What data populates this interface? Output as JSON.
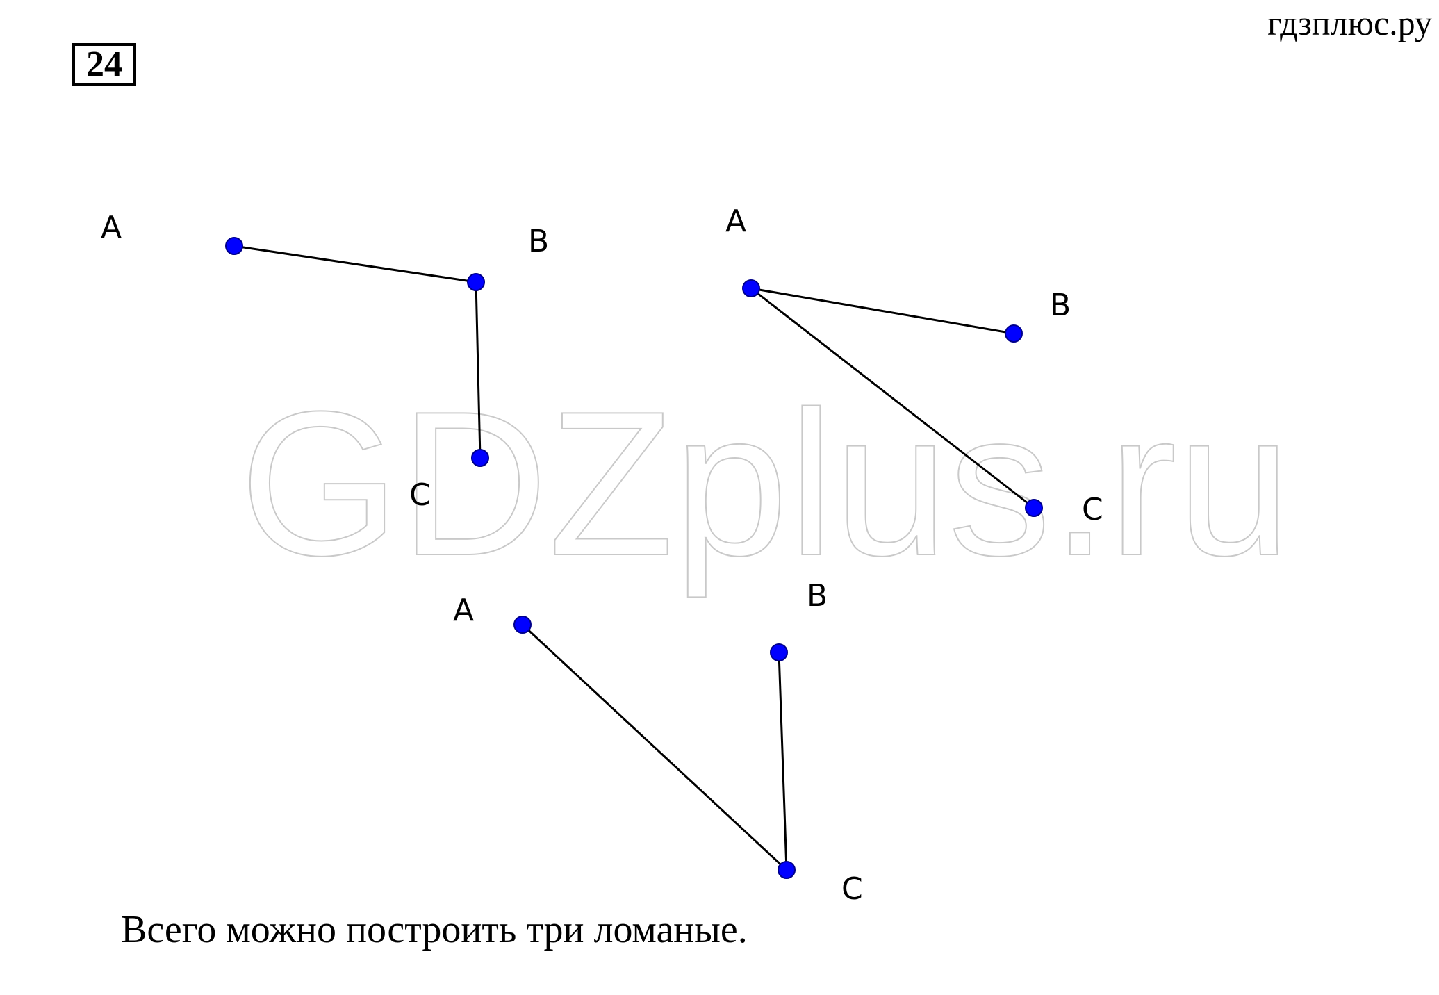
{
  "header": {
    "site_name": "гдзплюс.ру",
    "task_number": "24"
  },
  "watermark": {
    "text": "GDZplus.ru"
  },
  "figures": [
    {
      "id": "polyline-1",
      "labels": {
        "A": "A",
        "B": "B",
        "C": "C"
      },
      "edges": [
        [
          "A",
          "B"
        ],
        [
          "B",
          "C"
        ]
      ]
    },
    {
      "id": "polyline-2",
      "labels": {
        "A": "A",
        "B": "B",
        "C": "C"
      },
      "edges": [
        [
          "A",
          "B"
        ],
        [
          "A",
          "C"
        ]
      ]
    },
    {
      "id": "polyline-3",
      "labels": {
        "A": "A",
        "B": "B",
        "C": "C"
      },
      "edges": [
        [
          "A",
          "C"
        ],
        [
          "C",
          "B"
        ]
      ]
    }
  ],
  "answer": {
    "text": "Всего можно построить три ломаные."
  },
  "colors": {
    "vertex": "#0000ff",
    "segment": "#000000",
    "watermark": "#c9c9c9"
  }
}
